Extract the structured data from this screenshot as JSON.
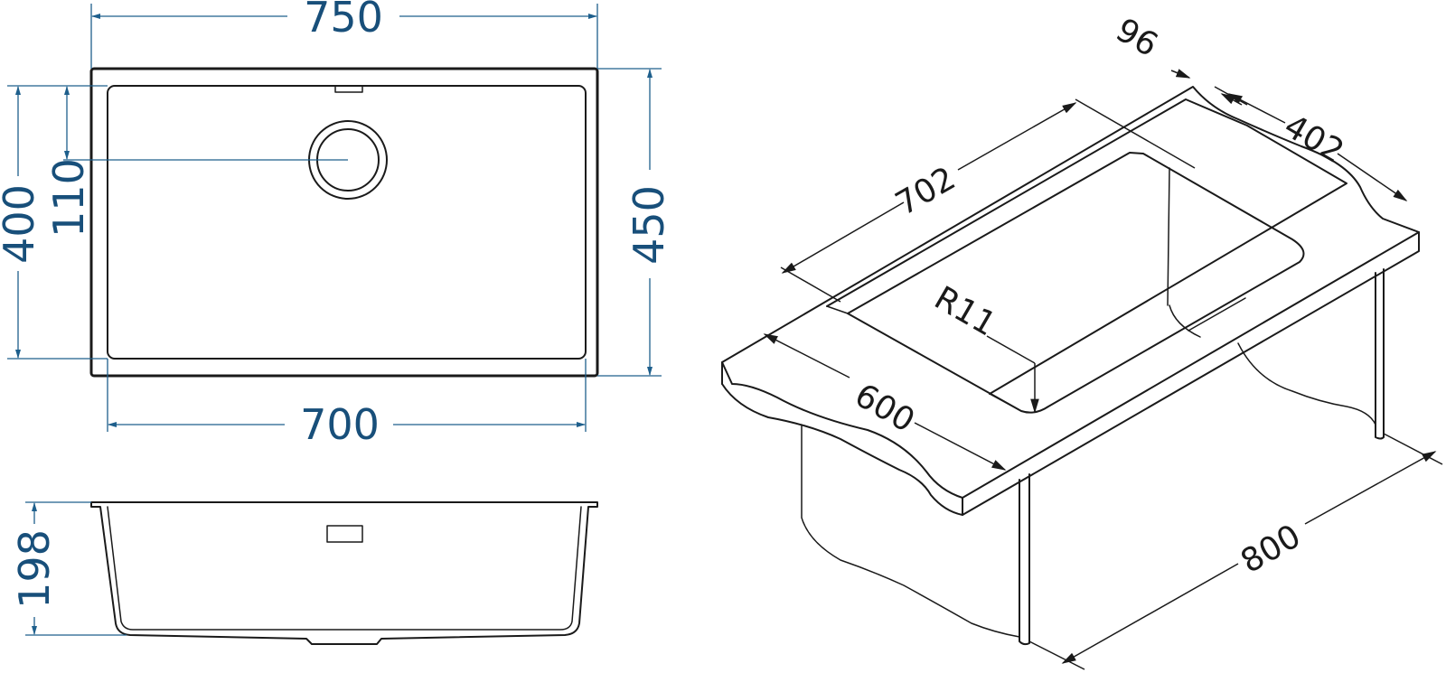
{
  "plan_view": {
    "overall_width": "750",
    "inner_width": "700",
    "overall_depth": "450",
    "inner_depth": "400",
    "drain_offset": "110"
  },
  "section_view": {
    "bowl_depth": "198"
  },
  "isometric_view": {
    "cabinet_depth": "96",
    "length": "702",
    "width": "402",
    "corner_radius": "R11",
    "countertop_depth": "600",
    "cabinet_width": "800"
  }
}
